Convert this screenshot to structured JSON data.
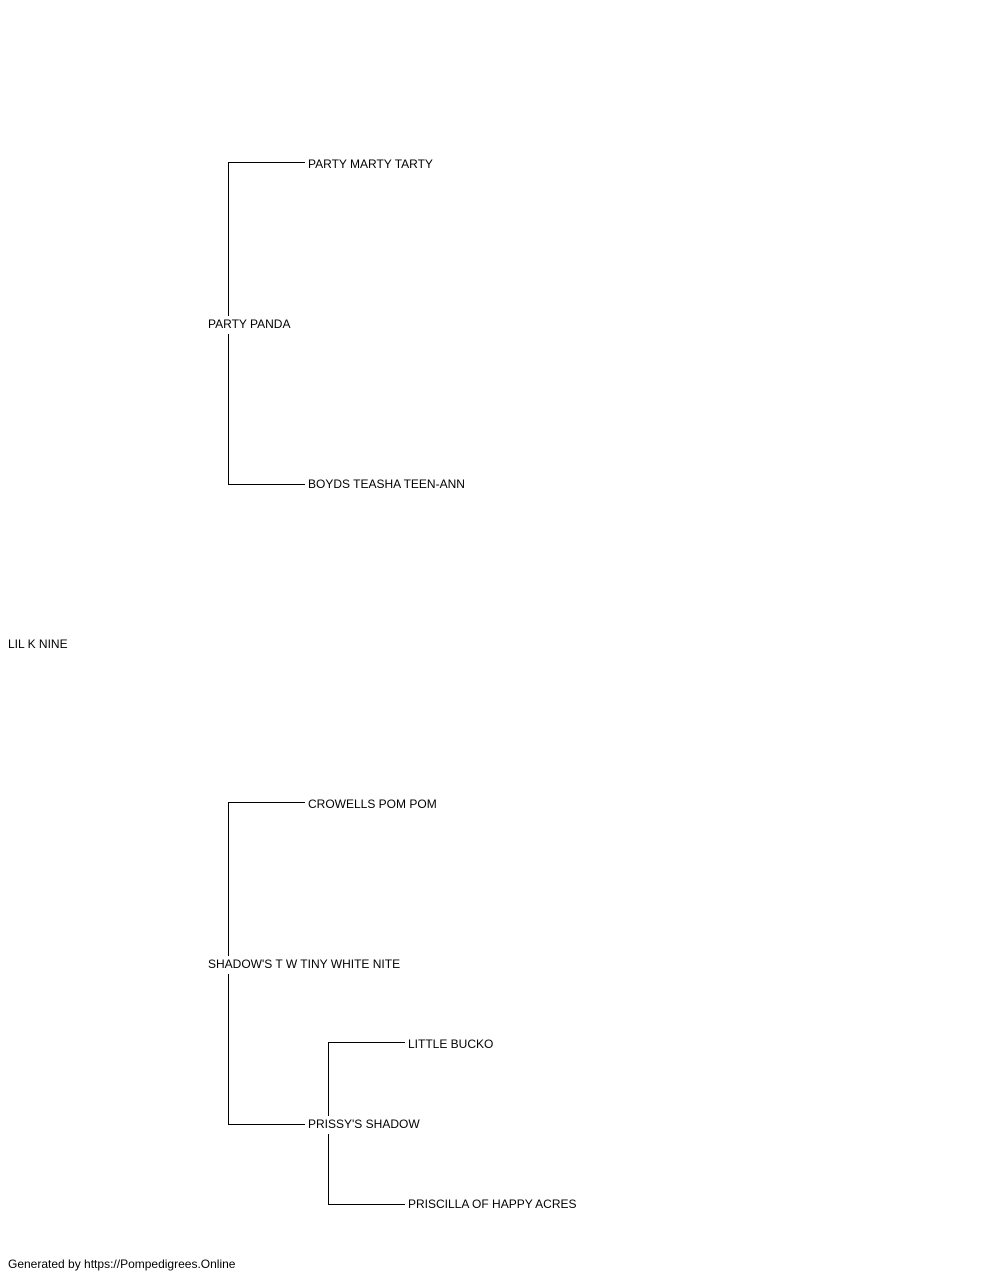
{
  "pedigree": {
    "subject": "LIL K NINE",
    "sire": {
      "name": "PARTY PANDA",
      "sire": "PARTY MARTY TARTY",
      "dam": "BOYDS TEASHA TEEN-ANN"
    },
    "dam": {
      "name": "SHADOW'S T W TINY WHITE NITE",
      "sire": "CROWELLS POM POM",
      "dam": {
        "name": "PRISSY'S SHADOW",
        "sire": "LITTLE BUCKO",
        "dam": "PRISCILLA OF HAPPY ACRES"
      }
    }
  },
  "footer": {
    "text": "Generated by https://Pompedigrees.Online"
  },
  "colors": {
    "line": "#000000",
    "text": "#000000",
    "background": "#ffffff"
  }
}
